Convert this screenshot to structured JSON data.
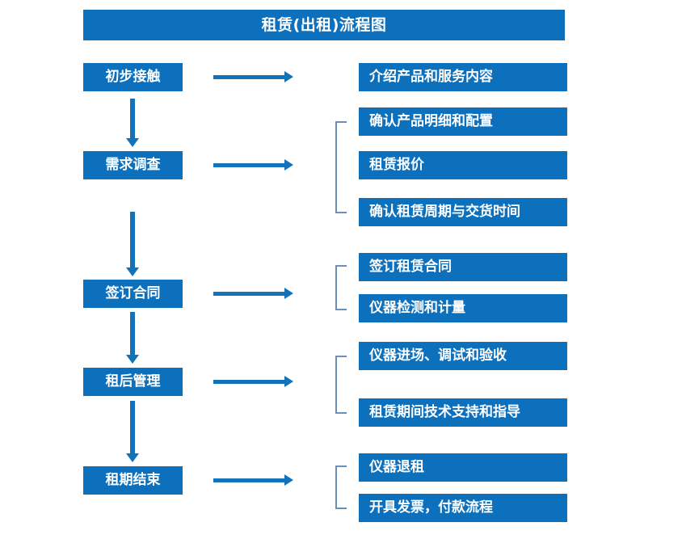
{
  "diagram": {
    "title": "租赁(出租)流程图",
    "accent_color": "#0d70bd",
    "arrow_color": "#1273b8",
    "bracket_color": "#6a8fba",
    "background_color": "#ffffff",
    "stages": [
      {
        "id": "stage-1",
        "label": "初步接触"
      },
      {
        "id": "stage-2",
        "label": "需求调查"
      },
      {
        "id": "stage-3",
        "label": "签订合同"
      },
      {
        "id": "stage-4",
        "label": "租后管理"
      },
      {
        "id": "stage-5",
        "label": "租期结束"
      }
    ],
    "details": [
      {
        "id": "detail-1",
        "label": "介绍产品和服务内容",
        "group": 1
      },
      {
        "id": "detail-2",
        "label": "确认产品明细和配置",
        "group": 2
      },
      {
        "id": "detail-3",
        "label": "租赁报价",
        "group": 2
      },
      {
        "id": "detail-4",
        "label": "确认租赁周期与交货时间",
        "group": 2
      },
      {
        "id": "detail-5",
        "label": "签订租赁合同",
        "group": 3
      },
      {
        "id": "detail-6",
        "label": "仪器检测和计量",
        "group": 3
      },
      {
        "id": "detail-7",
        "label": "仪器进场、调试和验收",
        "group": 4
      },
      {
        "id": "detail-8",
        "label": "租赁期间技术支持和指导",
        "group": 4
      },
      {
        "id": "detail-9",
        "label": "仪器退租",
        "group": 5
      },
      {
        "id": "detail-10",
        "label": "开具发票，付款流程",
        "group": 5
      }
    ],
    "icons": {
      "arrow_right": "arrow-right-icon",
      "arrow_down": "arrow-down-icon",
      "bracket": "group-bracket-icon"
    }
  }
}
